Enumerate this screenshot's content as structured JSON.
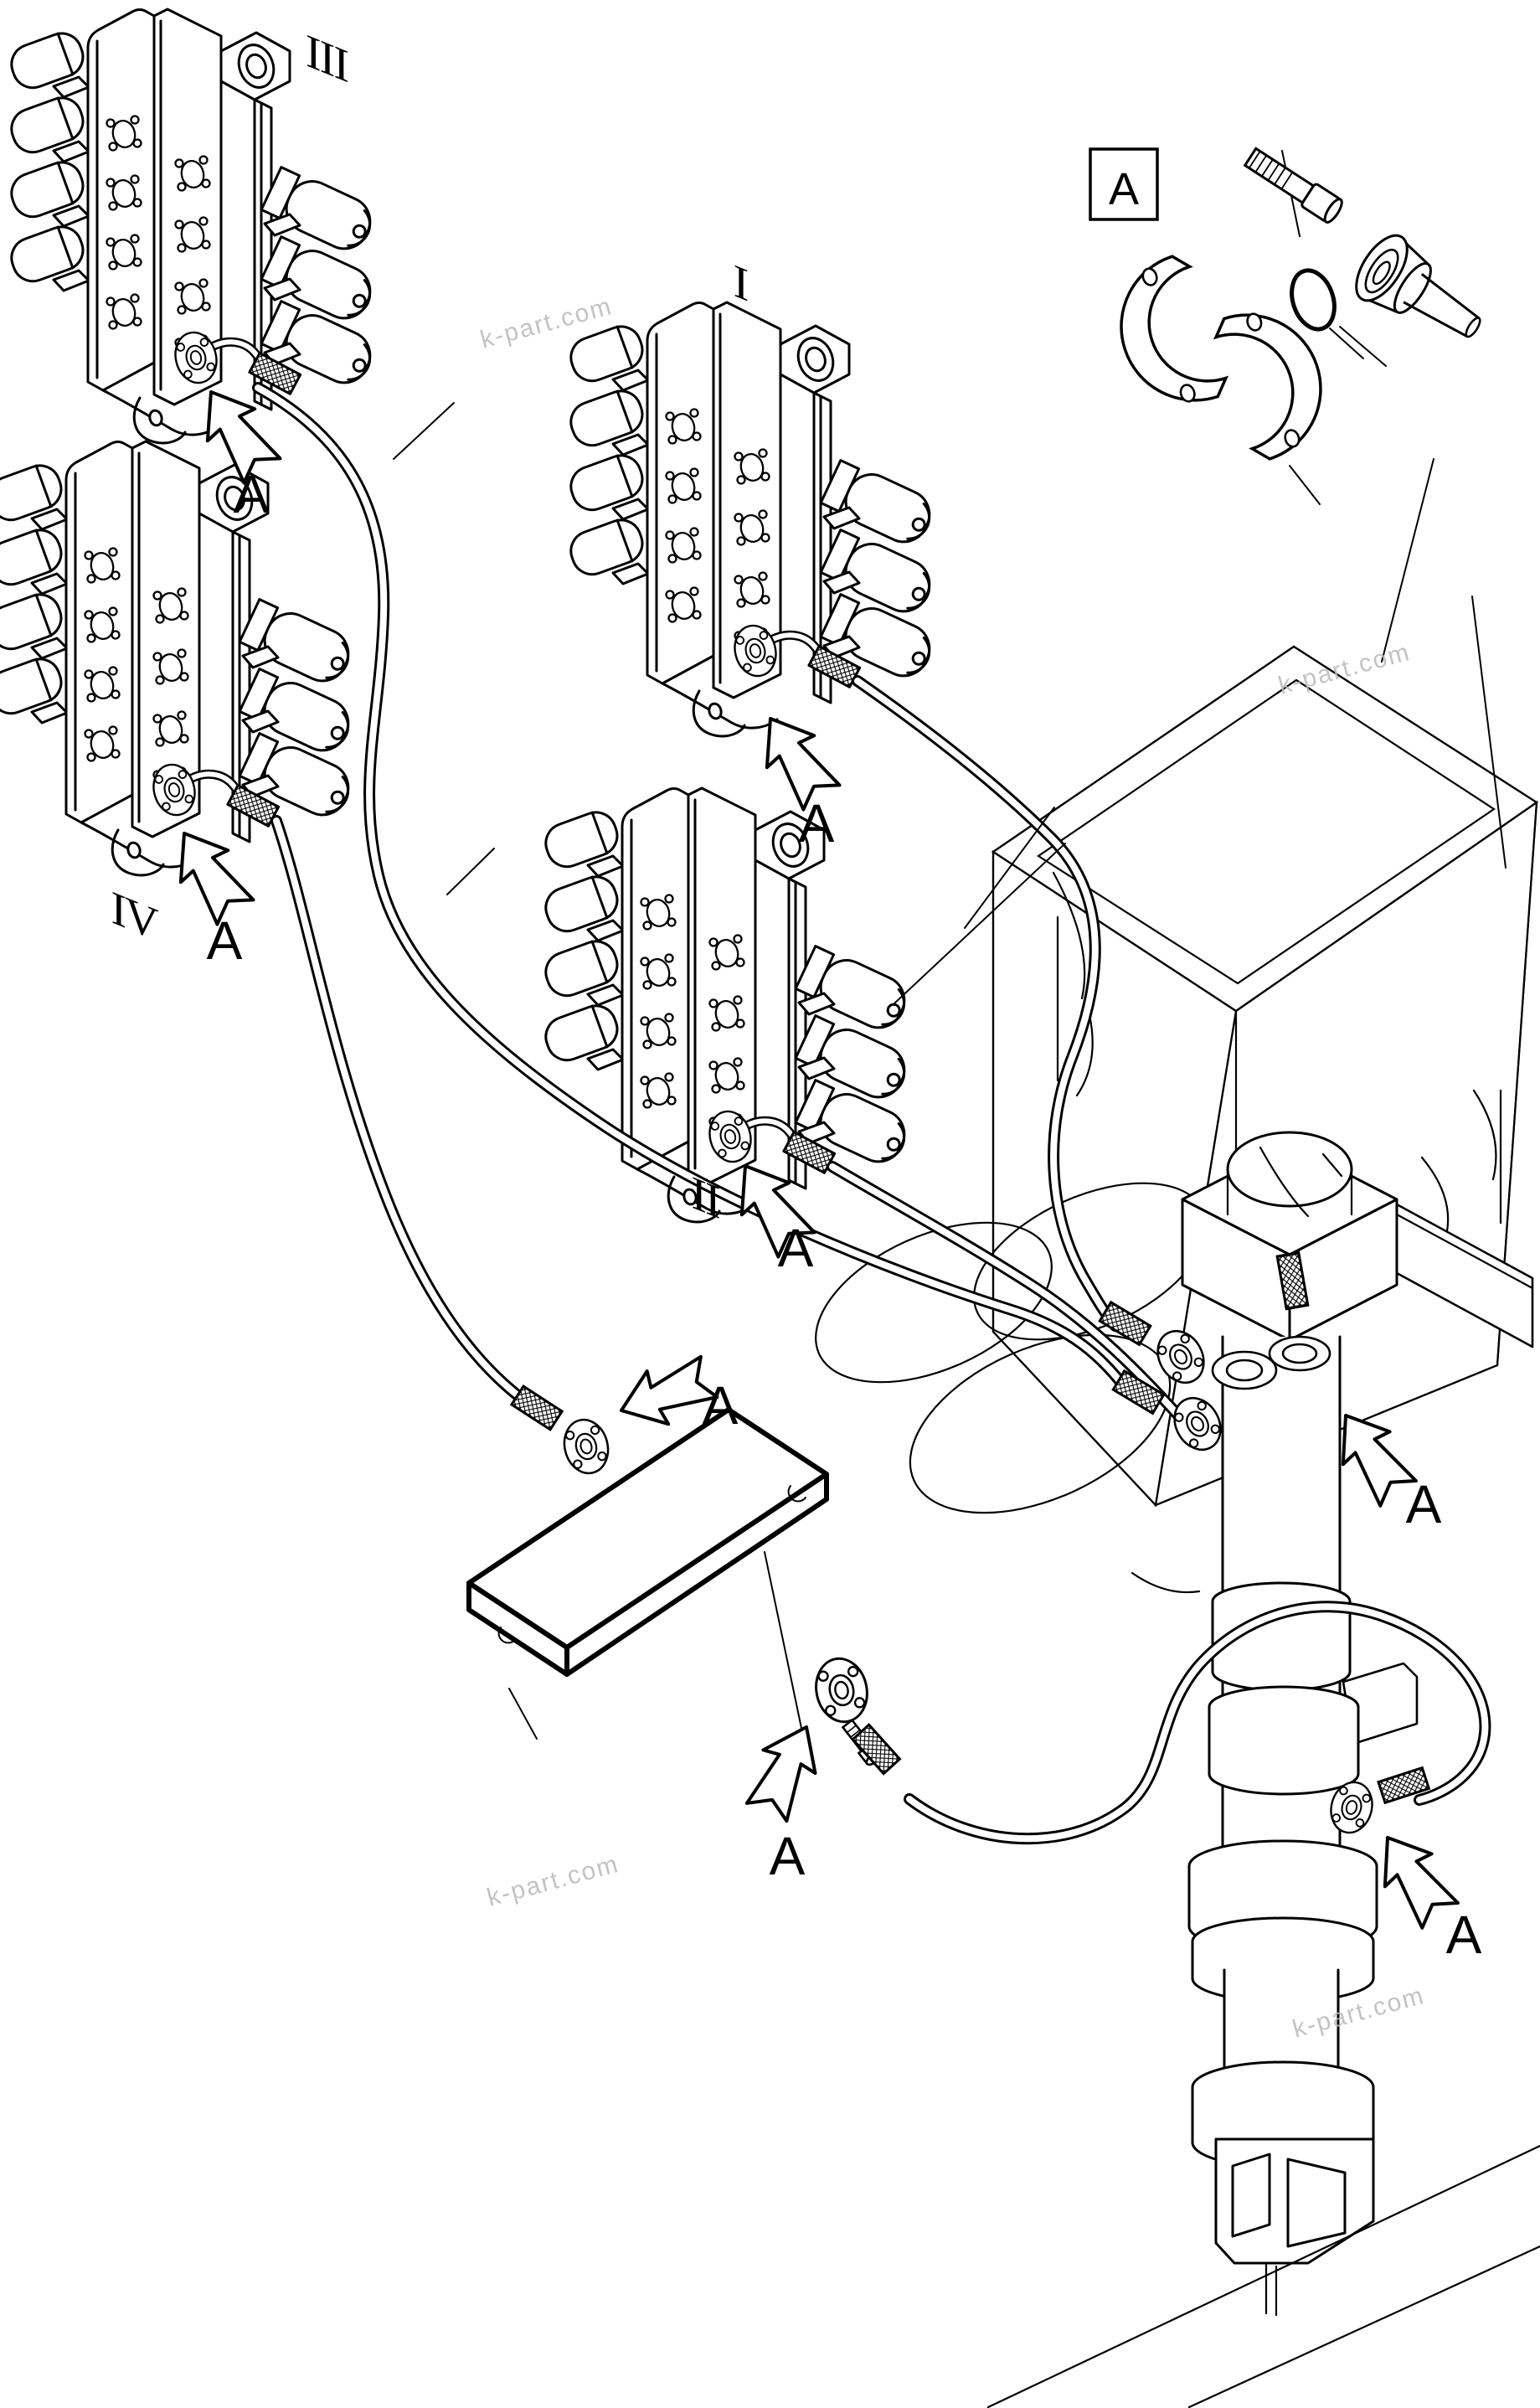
{
  "diagram": {
    "type": "hydraulic-piping-parts-diagram",
    "watermark": "k-part.com",
    "valve_labels": {
      "v1": "I",
      "v2": "II",
      "v3": "III",
      "v4": "IV"
    },
    "detail_box_label": "A",
    "joint_marker": "A",
    "colors": {
      "ink": "#000000",
      "background": "#ffffff",
      "watermark": "#b9b9b9"
    }
  }
}
